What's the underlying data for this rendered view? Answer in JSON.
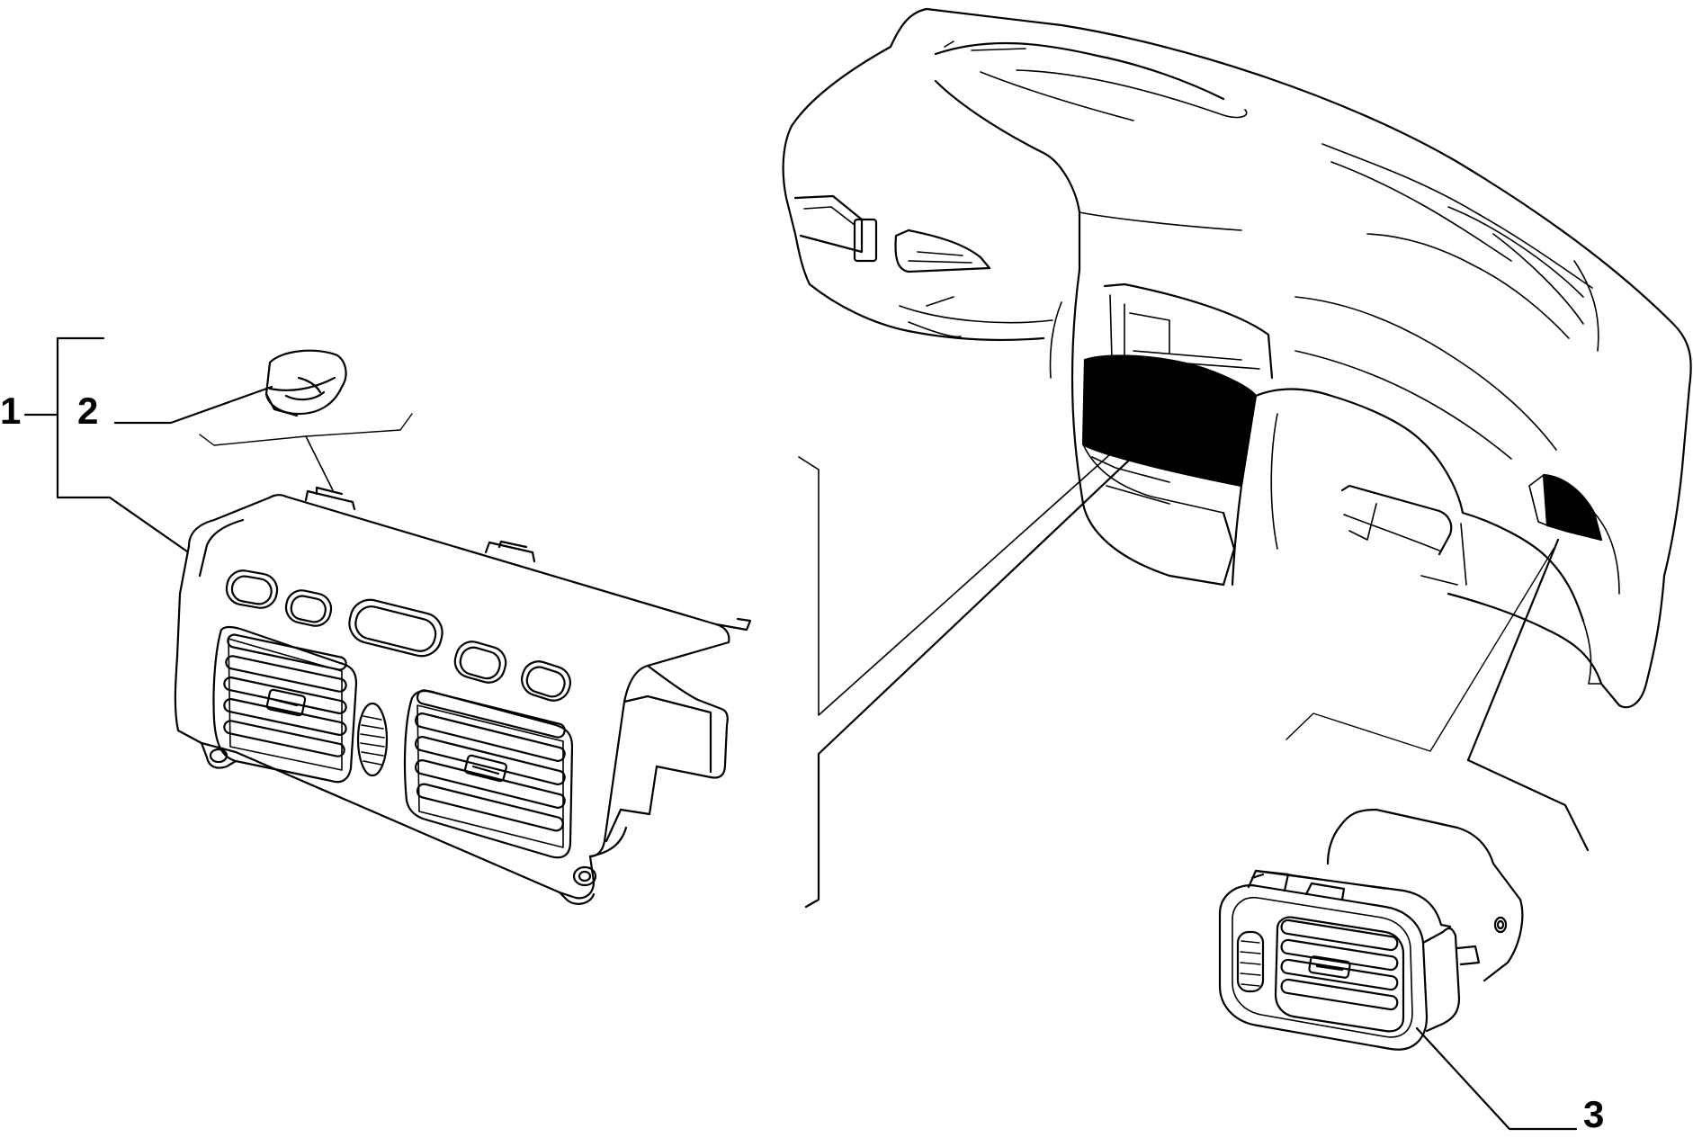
{
  "callouts": {
    "one": "1",
    "two": "2",
    "three": "3"
  },
  "colors": {
    "line": "#000000",
    "background": "#ffffff",
    "fill_dark": "#000000"
  }
}
